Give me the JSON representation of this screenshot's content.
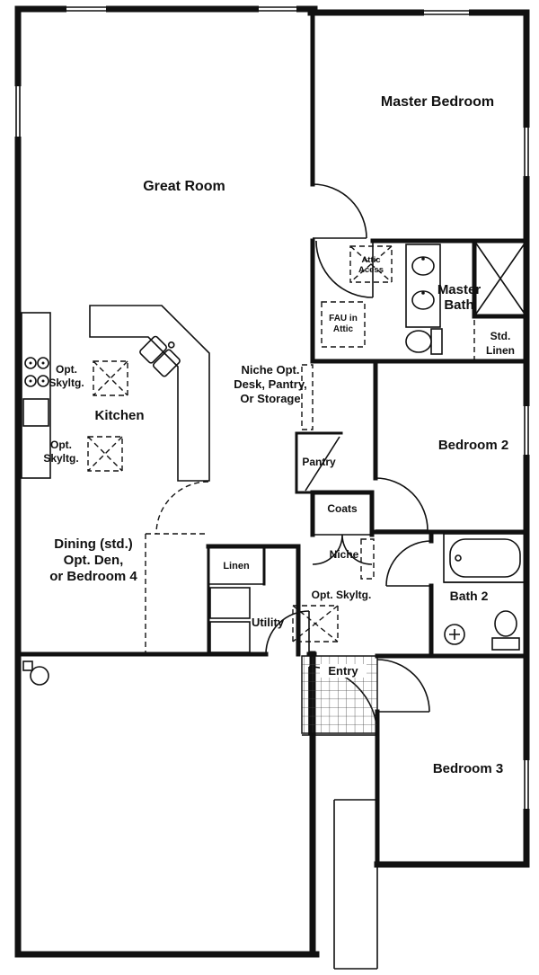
{
  "colors": {
    "wall": "#111111",
    "background": "#ffffff"
  },
  "rooms": {
    "great_room": "Great Room",
    "master_bedroom": "Master Bedroom",
    "master_bath": [
      "Master",
      "Bath"
    ],
    "kitchen": "Kitchen",
    "bedroom_2": "Bedroom 2",
    "bedroom_3": "Bedroom 3",
    "bath_2": "Bath 2",
    "utility": "Utility",
    "entry": "Entry",
    "dining": [
      "Dining (std.)",
      "Opt. Den,",
      "or Bedroom 4"
    ]
  },
  "features": {
    "attic_access": [
      "Attic",
      "Acess"
    ],
    "fau": [
      "FAU in",
      "Attic"
    ],
    "std_linen": [
      "Std.",
      "Linen"
    ],
    "skylight_upper": [
      "Opt.",
      "Skyltg."
    ],
    "skylight_lower": [
      "Opt.",
      "Skyltg."
    ],
    "skylight_hall": "Opt. Skyltg.",
    "niche_block": [
      "Niche Opt.",
      "Desk, Pantry,",
      "Or Storage"
    ],
    "pantry": "Pantry",
    "coats": "Coats",
    "niche": "Niche",
    "linen": "Linen"
  }
}
